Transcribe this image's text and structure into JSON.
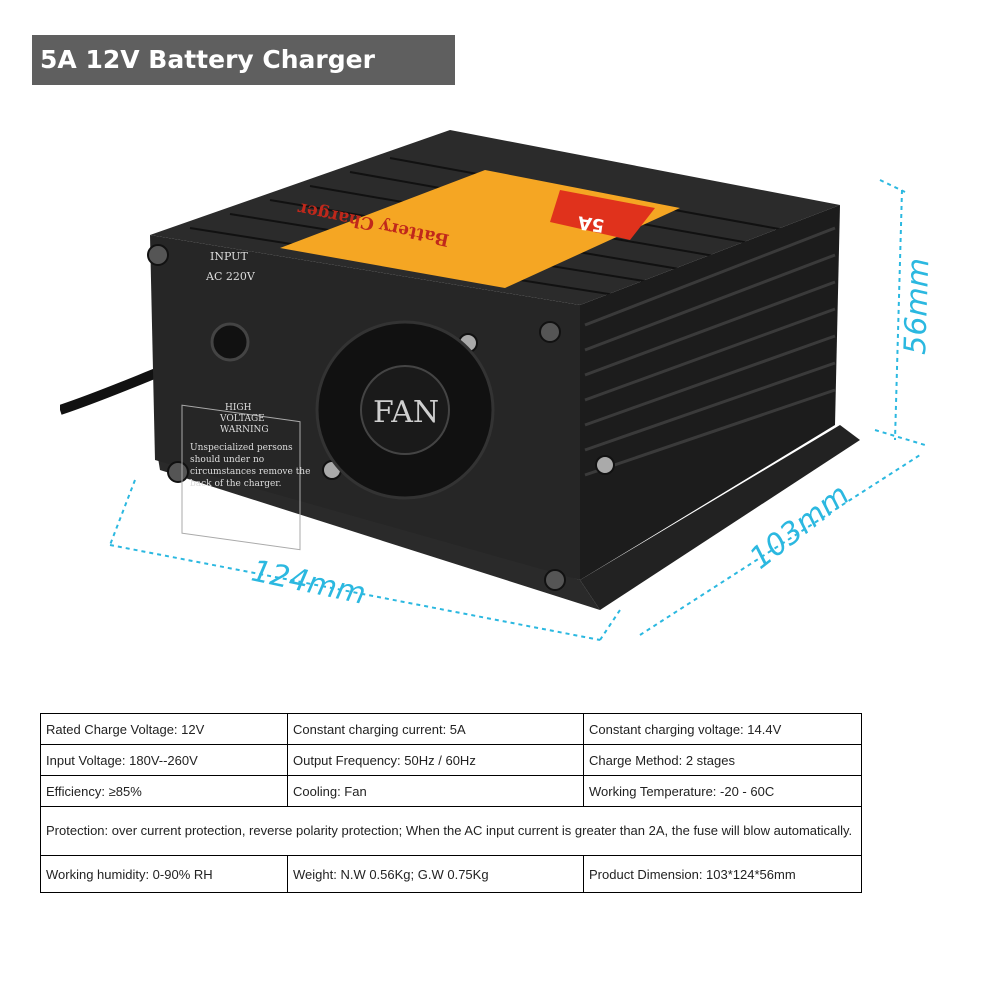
{
  "title": "5A 12V Battery Charger",
  "product": {
    "panel_input": "INPUT",
    "panel_ac": "AC 220V",
    "fan_label": "FAN",
    "warning_title_1": "HIGH",
    "warning_title_2": "VOLTAGE",
    "warning_title_3": "WARNING",
    "warning_text_1": "Unspecialized persons",
    "warning_text_2": "should under no",
    "warning_text_3": "circumstances remove the",
    "warning_text_4": "back of the charger.",
    "sticker_brand": "Battery Charger",
    "sticker_badge": "5A",
    "colors": {
      "body": "#1c1c1c",
      "sticker": "#f5a623",
      "badge": "#e0321c",
      "dimension": "#2bb8e0"
    }
  },
  "dimensions": {
    "length": "124mm",
    "width": "103mm",
    "height": "56mm"
  },
  "specs": {
    "rows": [
      [
        "Rated Charge Voltage: 12V",
        "Constant charging current: 5A",
        "Constant charging voltage: 14.4V"
      ],
      [
        "Input Voltage: 180V--260V",
        "Output Frequency: 50Hz / 60Hz",
        "Charge Method: 2 stages"
      ],
      [
        "Efficiency: ≥85%",
        "Cooling: Fan",
        "Working Temperature: -20 - 60C"
      ]
    ],
    "protection": "Protection: over current protection, reverse polarity protection; When the AC input current is greater than 2A, the fuse will blow automatically.",
    "last_row": [
      "Working humidity: 0-90% RH",
      "Weight: N.W 0.56Kg; G.W 0.75Kg",
      "Product Dimension: 103*124*56mm"
    ]
  }
}
